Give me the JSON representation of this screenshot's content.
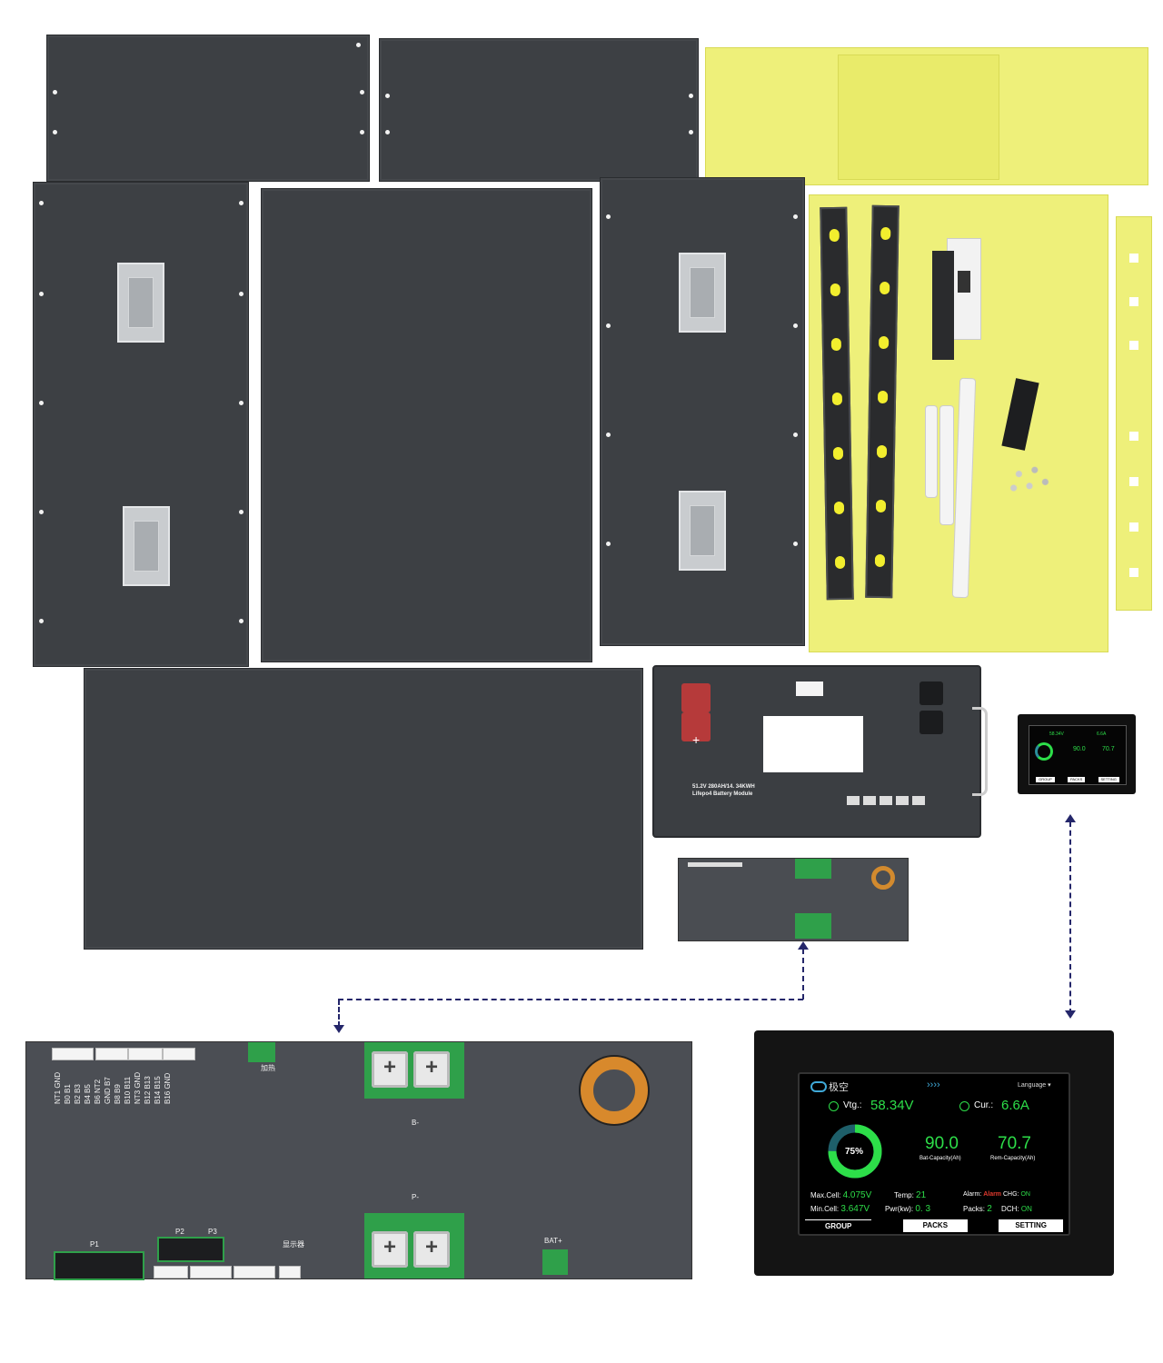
{
  "colors": {
    "panel": "#3d4044",
    "yellow_sheet": "#eef07a",
    "pcb_green": "#2fa04a",
    "dashed_line": "#24266a",
    "lcd_green": "#2dde49",
    "lcd_red": "#e03a2e"
  },
  "module": {
    "label_line1": "51.2V 280AH/14. 34KWH",
    "label_line2": "Lifepo4 Battery Module",
    "plus_sign": "+"
  },
  "bms_board": {
    "b_minus": "B-",
    "p_minus": "P-",
    "heating": "加热",
    "display": "显示器",
    "bat_plus": "BAT+",
    "p1": "P1",
    "p2": "P2",
    "p3": "P3",
    "cell_labels": [
      "NT1 GND",
      "B0 B1",
      "B2 B3",
      "B4 B5",
      "B6 NT2",
      "GND B7",
      "B8 B9",
      "B10 B11",
      "NT3 GND",
      "B12 B13",
      "B14 B15",
      "B16 GND"
    ]
  },
  "display_large": {
    "brand_icon": "cloud-logo-icon",
    "brand_text": "极空",
    "arrows": "››››",
    "language": "Language",
    "vtg_label": "Vtg.:",
    "vtg_value": "58.34V",
    "cur_label": "Cur.:",
    "cur_value": "6.6A",
    "soc": "75%",
    "soc_fraction": 0.75,
    "bat_capacity_value": "90.0",
    "bat_capacity_label": "Bat-Capacity(Ah)",
    "rem_capacity_value": "70.7",
    "rem_capacity_label": "Rem-Capacity(Ah)",
    "max_cell_label": "Max.Cell:",
    "max_cell_value": "4.075V",
    "min_cell_label": "Min.Cell:",
    "min_cell_value": "3.647V",
    "temp_label": "Temp:",
    "temp_value": "21",
    "pwr_label": "Pwr(kw):",
    "pwr_value": "0. 3",
    "alarm_label": "Alarm:",
    "alarm_value": "Alarm",
    "packs_label": "Packs:",
    "packs_value": "2",
    "chg_label": "CHG:",
    "chg_value": "ON",
    "dch_label": "DCH:",
    "dch_value": "ON",
    "tabs": [
      "GROUP",
      "PACKS",
      "SETTING"
    ]
  },
  "display_small": {
    "vtg_value": "58.34V",
    "cur_value": "6.6A",
    "soc": "75%",
    "bat_capacity_value": "90.0",
    "rem_capacity_value": "70.7",
    "tabs": [
      "GROUP",
      "PACKS",
      "SETTING"
    ]
  }
}
